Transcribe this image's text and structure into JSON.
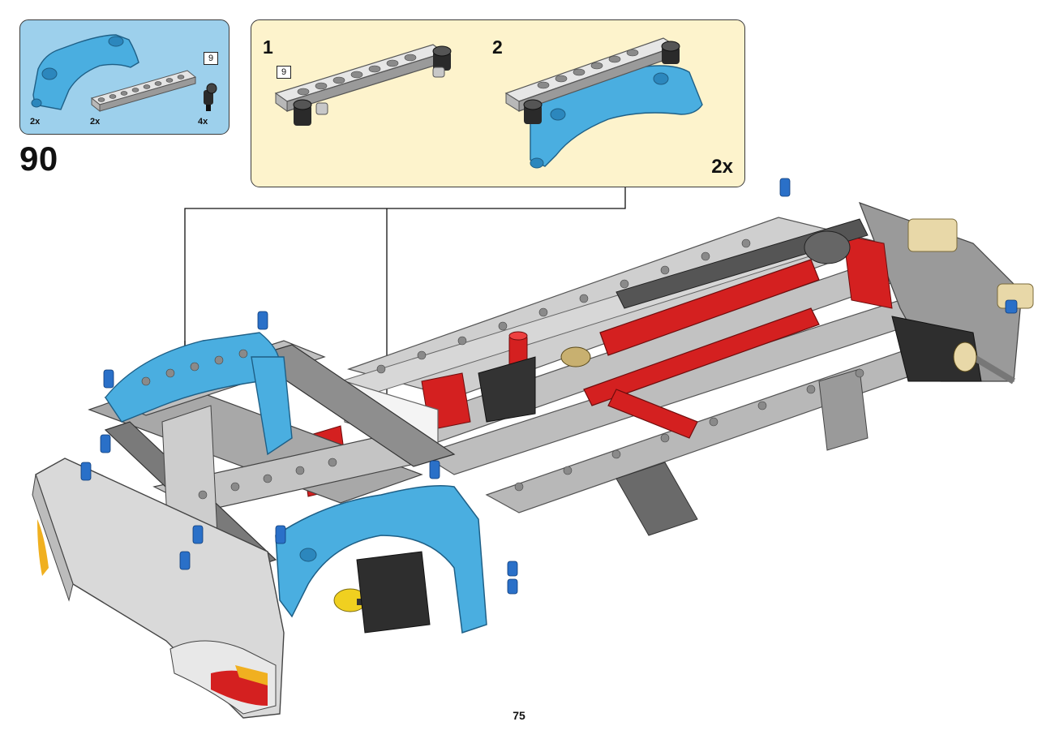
{
  "parts_list": {
    "items": [
      {
        "name": "blue-fender-panel",
        "quantity": "2x",
        "color": "#4aaee0"
      },
      {
        "name": "gray-beam-9",
        "quantity": "2x",
        "length_tag": "9",
        "color": "#b8b8b8"
      },
      {
        "name": "black-connector-pin",
        "quantity": "4x",
        "color": "#2a2a2a"
      }
    ]
  },
  "step_number": "90",
  "callout": {
    "sub_steps": [
      {
        "number": "1",
        "length_tag": "9"
      },
      {
        "number": "2"
      }
    ],
    "multiplier": "2x"
  },
  "page_number": "75",
  "colors": {
    "parts_box_bg": "#9dd0ec",
    "callout_bg": "#fdf3cc",
    "beam_gray": "#b8b8b8",
    "fender_blue": "#4aaee0",
    "accent_red": "#d42020"
  }
}
